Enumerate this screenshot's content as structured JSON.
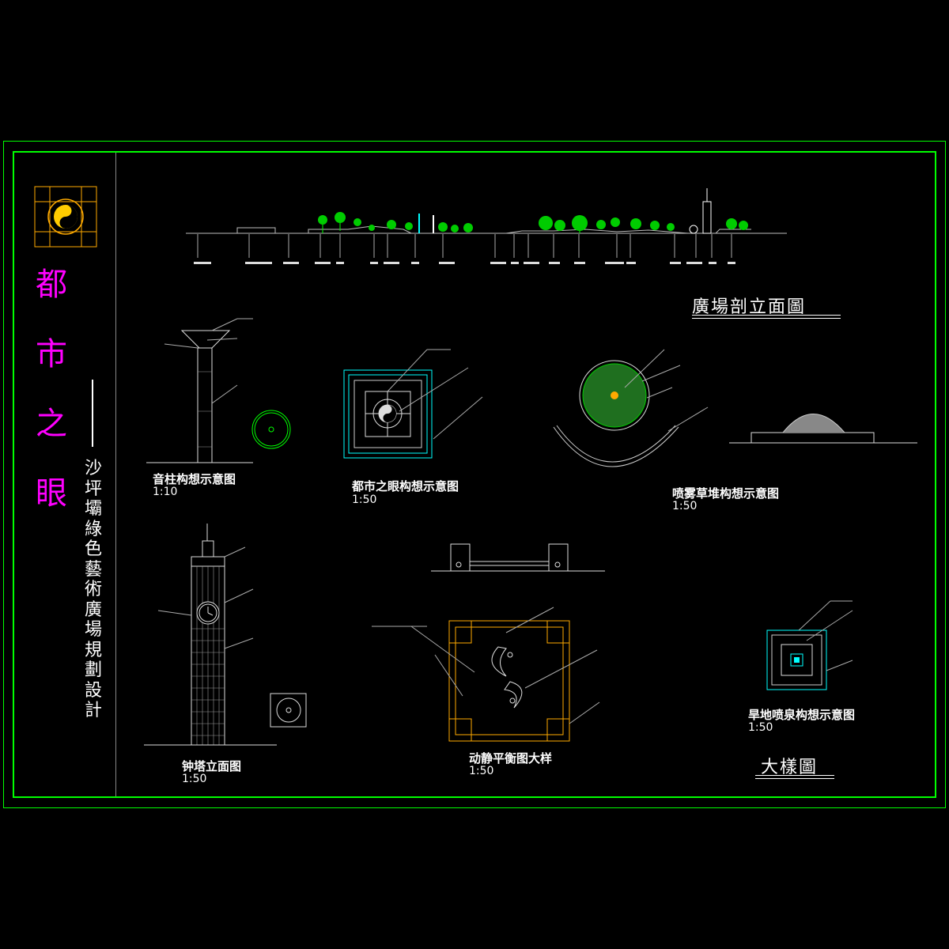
{
  "title_vertical": [
    "都",
    "市",
    "之",
    "眼"
  ],
  "subtitle_vertical": [
    "沙",
    "坪",
    "壩",
    "綠",
    "色",
    "藝",
    "術",
    "廣",
    "場",
    "規",
    "劃",
    "設",
    "計"
  ],
  "section_title": "廣場剖立面圖",
  "detail_title": "大樣圖",
  "drawings": {
    "sound_column": {
      "label": "音柱构想示意图",
      "scale": "1:10"
    },
    "city_eye": {
      "label": "都市之眼构想示意图",
      "scale": "1:50"
    },
    "mist_mound": {
      "label": "喷雾草堆构想示意图",
      "scale": "1:50"
    },
    "clock_tower": {
      "label": "钟塔立面图",
      "scale": "1:50"
    },
    "balance_plan": {
      "label": "动静平衡图大样",
      "scale": "1:50"
    },
    "dry_fountain": {
      "label": "旱地喷泉构想示意图",
      "scale": "1:50"
    }
  },
  "colors": {
    "frame": "#00ff00",
    "title": "#ff00ff",
    "accent_cyan": "#00ffff",
    "accent_orange": "#ffaa00",
    "accent_yellow": "#ffff00",
    "vegetation": "#00cc00"
  }
}
